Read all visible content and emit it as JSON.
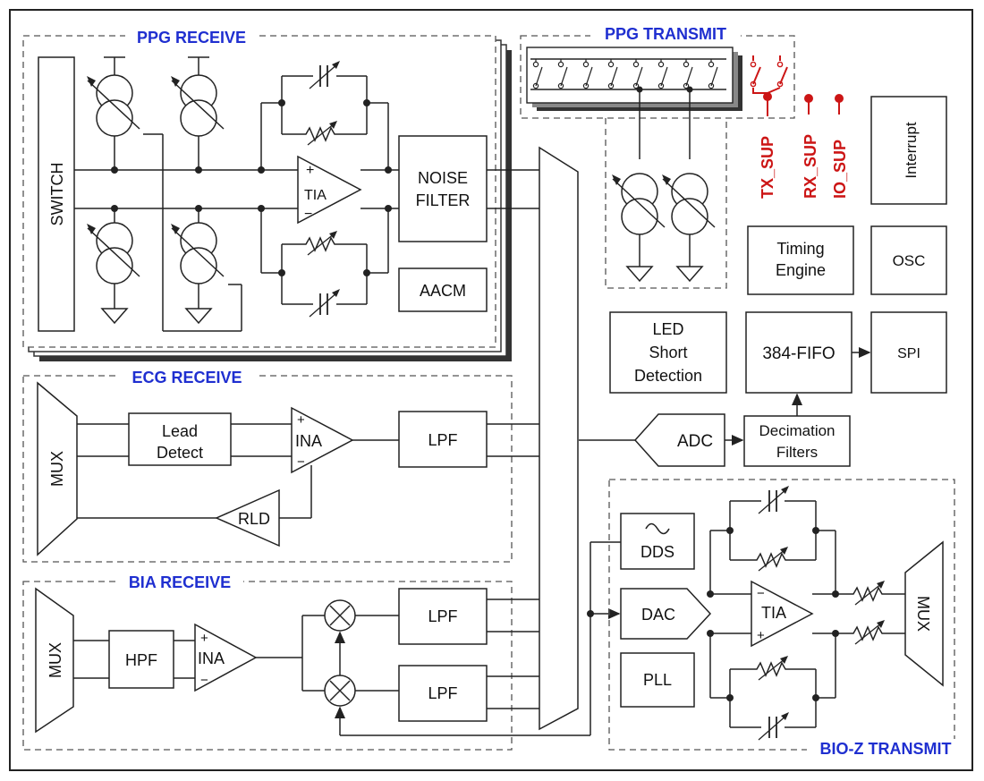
{
  "sections": {
    "ppg_receive": "PPG RECEIVE",
    "ppg_transmit": "PPG TRANSMIT",
    "ecg_receive": "ECG RECEIVE",
    "bia_receive": "BIA RECEIVE",
    "bioz_transmit": "BIO-Z TRANSMIT"
  },
  "blocks": {
    "switch": "SWITCH",
    "tia": "TIA",
    "noise_filter_1": "NOISE",
    "noise_filter_2": "FILTER",
    "aacm": "AACM",
    "interrupt": "Interrupt",
    "timing_engine_1": "Timing",
    "timing_engine_2": "Engine",
    "osc": "OSC",
    "led_short_1": "LED",
    "led_short_2": "Short",
    "led_short_3": "Detection",
    "fifo": "384-FIFO",
    "spi": "SPI",
    "ecg_mux": "MUX",
    "lead_detect_1": "Lead",
    "lead_detect_2": "Detect",
    "ecg_ina": "INA",
    "ecg_lpf": "LPF",
    "rld": "RLD",
    "adc": "ADC",
    "decimation_1": "Decimation",
    "decimation_2": "Filters",
    "bia_mux": "MUX",
    "hpf": "HPF",
    "bia_ina": "INA",
    "bia_lpf_top": "LPF",
    "bia_lpf_bottom": "LPF",
    "dds": "DDS",
    "dac": "DAC",
    "pll": "PLL",
    "bioz_tia": "TIA",
    "bioz_mux": "MUX"
  },
  "supplies": [
    "TX_SUP",
    "RX_SUP",
    "IO_SUP"
  ],
  "signs": {
    "plus": "+",
    "minus": "−"
  }
}
